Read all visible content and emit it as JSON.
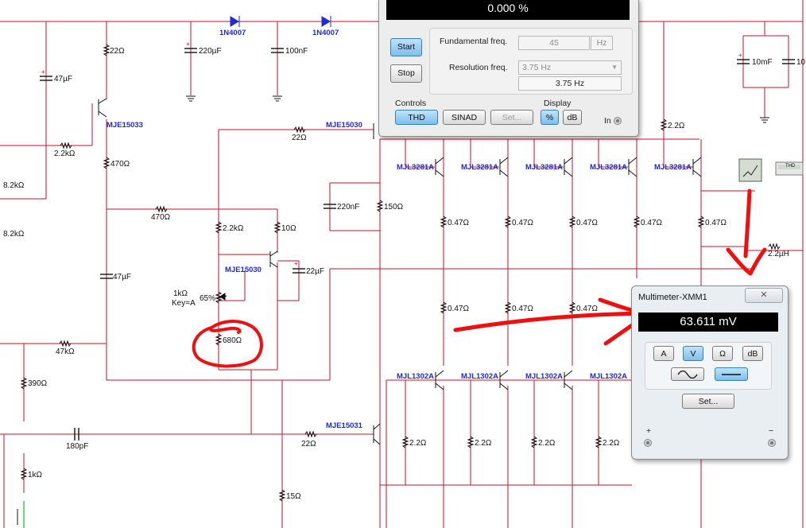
{
  "schematic": {
    "components": [
      {
        "id": "r22_top",
        "text": "22Ω"
      },
      {
        "id": "c220u",
        "text": "220µF"
      },
      {
        "id": "c100n",
        "text": "100nF"
      },
      {
        "id": "d1",
        "text": "1N4007"
      },
      {
        "id": "d2",
        "text": "1N4007"
      },
      {
        "id": "c47u_left",
        "text": "47µF"
      },
      {
        "id": "q_mje15033",
        "text": "MJE15033"
      },
      {
        "id": "r2k2_left",
        "text": "2.2kΩ"
      },
      {
        "id": "r470_v",
        "text": "470Ω"
      },
      {
        "id": "r8k2_a",
        "text": "8.2kΩ"
      },
      {
        "id": "r8k2_b",
        "text": "8.2kΩ"
      },
      {
        "id": "r470_h",
        "text": "470Ω"
      },
      {
        "id": "r22_mid",
        "text": "22Ω"
      },
      {
        "id": "q_mje15030_top",
        "text": "MJE15030"
      },
      {
        "id": "c220n",
        "text": "220nF"
      },
      {
        "id": "r150",
        "text": "150Ω"
      },
      {
        "id": "r2k2_mid",
        "text": "2.2kΩ"
      },
      {
        "id": "r10",
        "text": "10Ω"
      },
      {
        "id": "q_mje15030_mid",
        "text": "MJE15030"
      },
      {
        "id": "c22u",
        "text": "22µF"
      },
      {
        "id": "c47u_mid",
        "text": "47µF"
      },
      {
        "id": "pot",
        "text": "1kΩ"
      },
      {
        "id": "pot_key",
        "text": "Key=A"
      },
      {
        "id": "pot_pct",
        "text": "65%"
      },
      {
        "id": "r680",
        "text": "680Ω"
      },
      {
        "id": "r47k",
        "text": "47kΩ"
      },
      {
        "id": "r390",
        "text": "390Ω"
      },
      {
        "id": "c180p",
        "text": "180pF"
      },
      {
        "id": "r22_bot",
        "text": "22Ω"
      },
      {
        "id": "q_mje15031",
        "text": "MJE15031"
      },
      {
        "id": "r1k",
        "text": "1kΩ"
      },
      {
        "id": "r15",
        "text": "15Ω"
      },
      {
        "id": "r2k2_right",
        "text": "2.2Ω"
      },
      {
        "id": "c10m",
        "text": "10mF"
      },
      {
        "id": "c10_cut",
        "text": "10"
      },
      {
        "id": "l2u2",
        "text": "2.2µH"
      }
    ],
    "output_top": [
      "MJL3281A",
      "MJL3281A",
      "MJL3281A",
      "MJL3281A",
      "MJL3281A"
    ],
    "emitter_upper": [
      "0.47Ω",
      "0.47Ω",
      "0.47Ω",
      "0.47Ω",
      "0.47Ω"
    ],
    "emitter_lower": [
      "0.47Ω",
      "0.47Ω",
      "0.47Ω"
    ],
    "output_bottom": [
      "MJL1302A",
      "MJL1302A",
      "MJL1302A",
      "MJL1302A"
    ],
    "base_resistors_bottom": [
      "2.2Ω",
      "2.2Ω",
      "2.2Ω",
      "2.2Ω"
    ],
    "thd_instrument_label": "THD",
    "colors": {
      "wire": "#c8102e",
      "component": "#111111",
      "part_label": "#1f2ad8",
      "annotation": "#ee1010",
      "ground_wire": "#17b91a"
    }
  },
  "distortion_analyzer": {
    "reading": "0.000 %",
    "start_label": "Start",
    "stop_label": "Stop",
    "fundamental_label": "Fundamental freq.",
    "fundamental_value": "45",
    "fundamental_unit": "Hz",
    "resolution_label": "Resolution freq.",
    "resolution_select": "3.75 Hz",
    "resolution_display": "3.75 Hz",
    "controls_label": "Controls",
    "display_label": "Display",
    "thd_btn": "THD",
    "sinad_btn": "SINAD",
    "set_btn": "Set...",
    "pct_btn": "%",
    "db_btn": "dB",
    "in_label": "In"
  },
  "multimeter": {
    "title": "Multimeter-XMM1",
    "reading": "63.611 mV",
    "mode_a": "A",
    "mode_v": "V",
    "mode_ohm": "Ω",
    "mode_db": "dB",
    "set_label": "Set...",
    "plus": "+",
    "minus": "−",
    "close_glyph": "✕"
  }
}
